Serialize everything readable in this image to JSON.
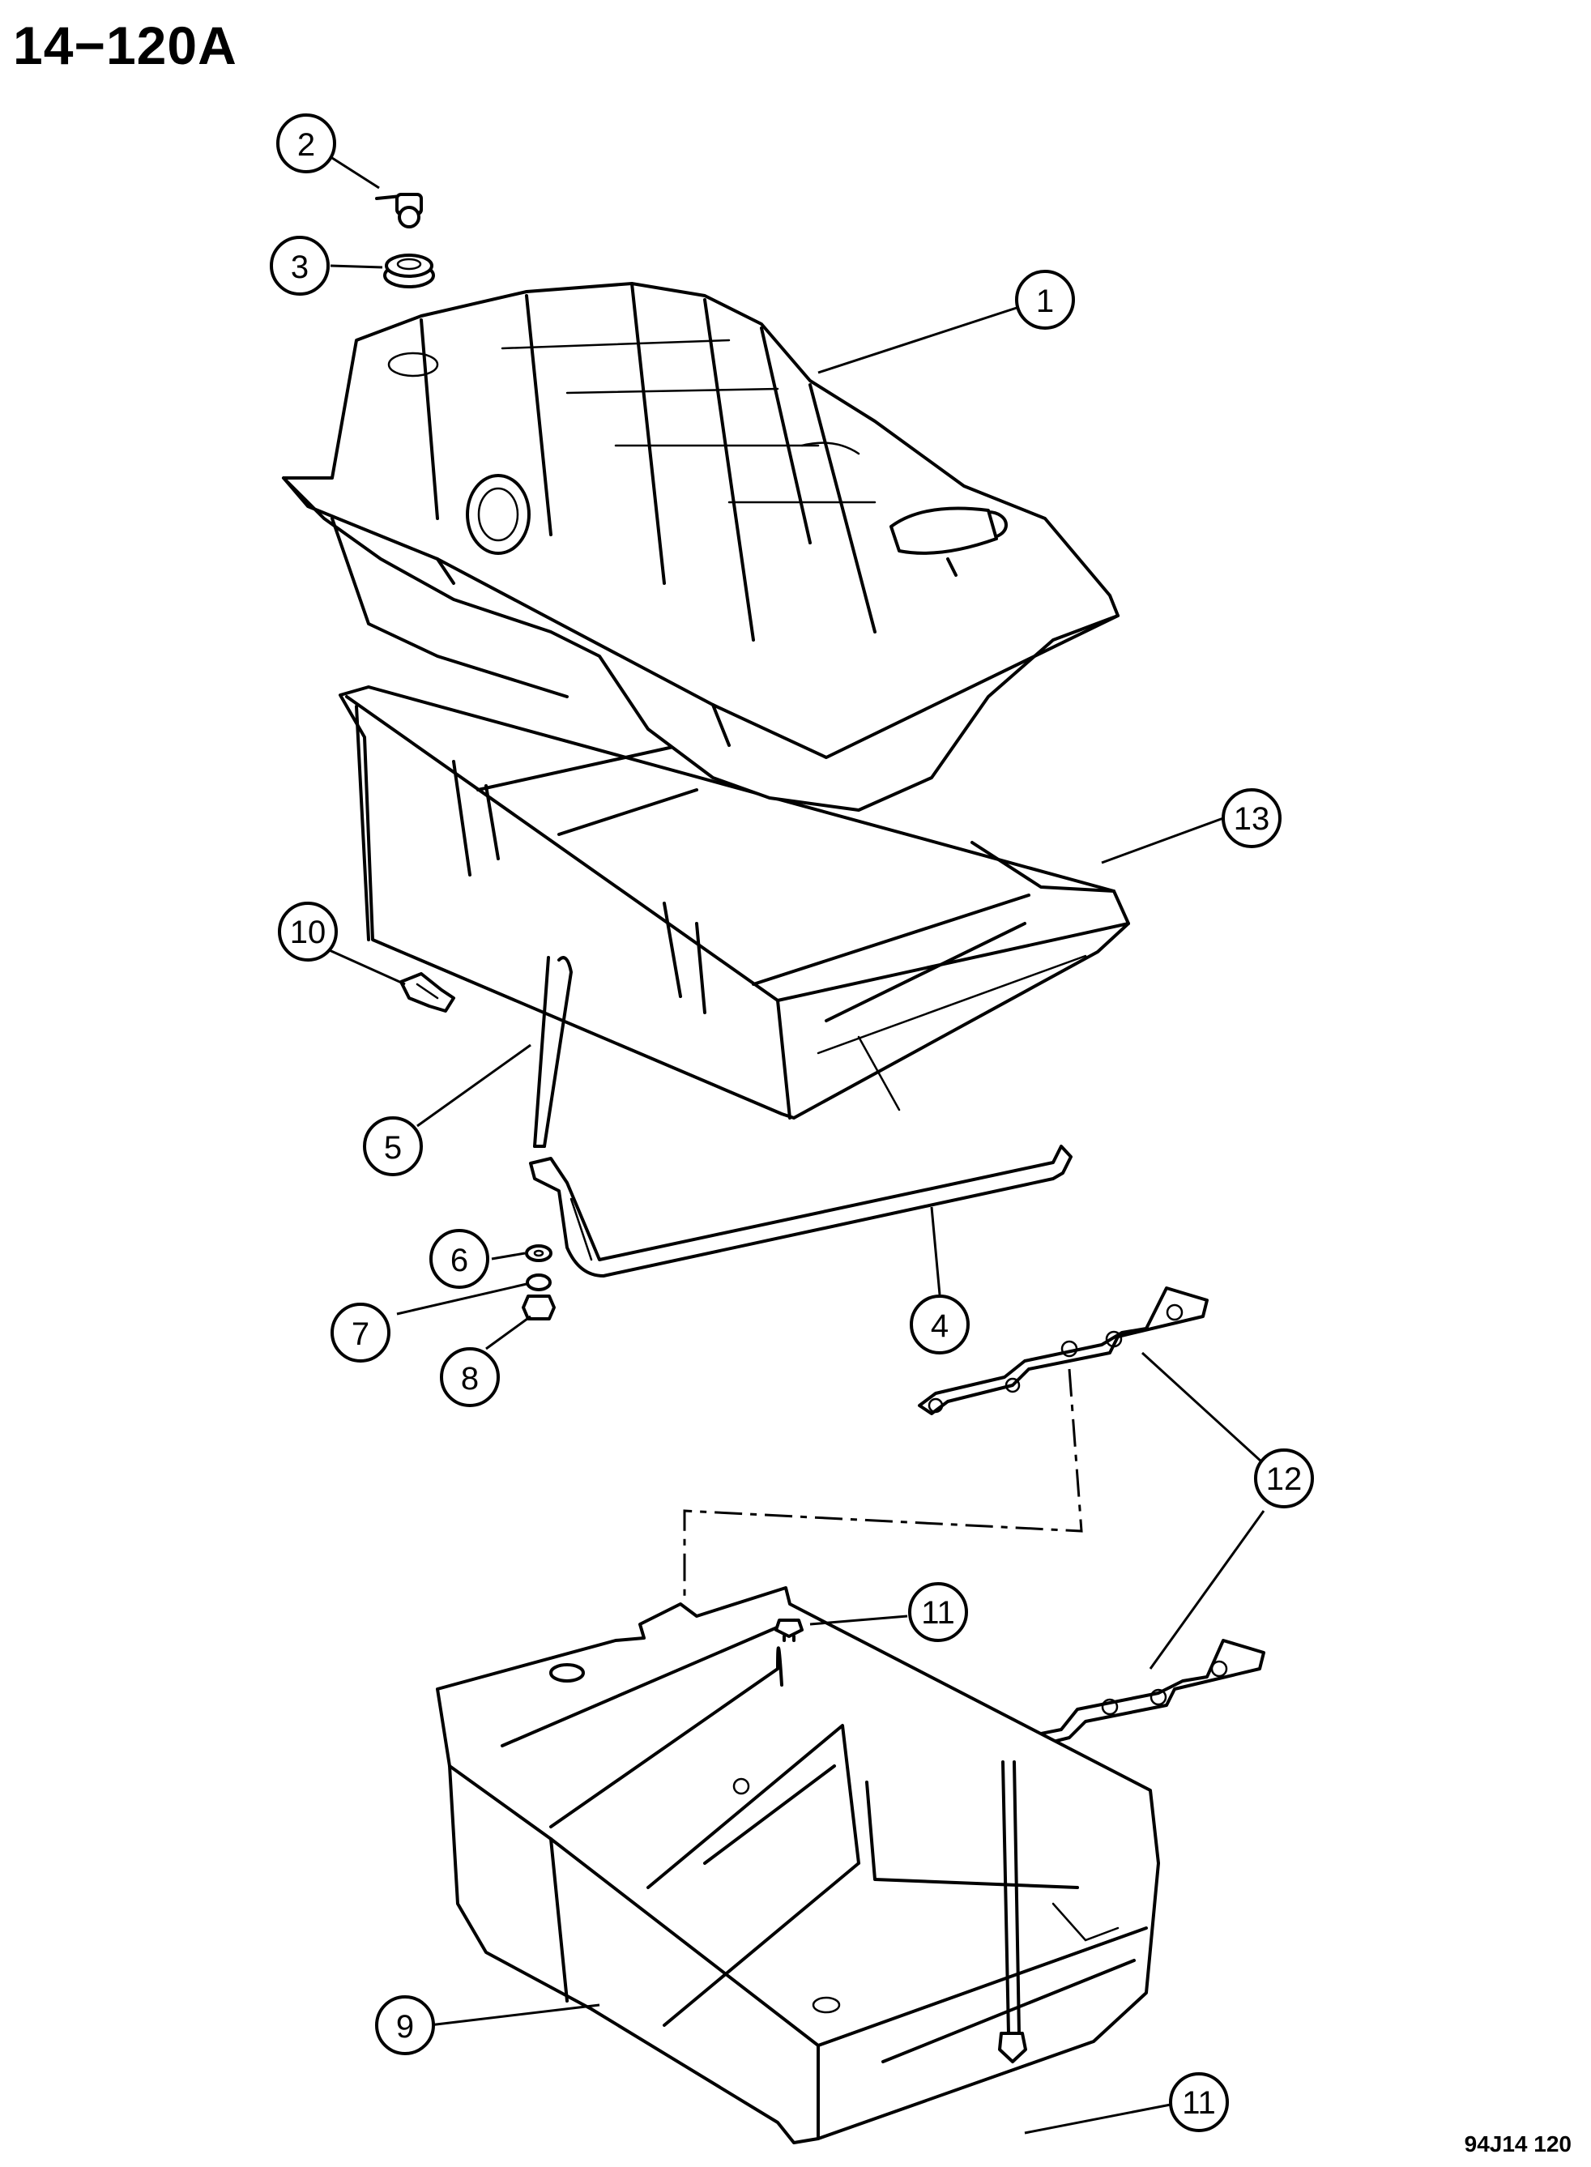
{
  "page_id": "14−120A",
  "figure_code": "94J14  120",
  "callouts": [
    {
      "id": "c1",
      "label": "1"
    },
    {
      "id": "c2",
      "label": "2"
    },
    {
      "id": "c3",
      "label": "3"
    },
    {
      "id": "c4",
      "label": "4"
    },
    {
      "id": "c5",
      "label": "5"
    },
    {
      "id": "c6",
      "label": "6"
    },
    {
      "id": "c7",
      "label": "7"
    },
    {
      "id": "c8",
      "label": "8"
    },
    {
      "id": "c9",
      "label": "9"
    },
    {
      "id": "c10",
      "label": "10"
    },
    {
      "id": "c11a",
      "label": "11"
    },
    {
      "id": "c11b",
      "label": "11"
    },
    {
      "id": "c12",
      "label": "12"
    },
    {
      "id": "c13",
      "label": "13"
    }
  ]
}
